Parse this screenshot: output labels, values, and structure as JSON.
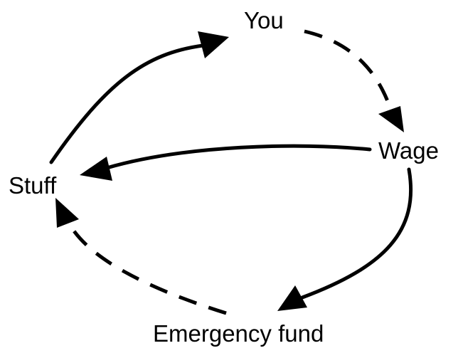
{
  "nodes": {
    "you": "You",
    "wage": "Wage",
    "stuff": "Stuff",
    "emergency_fund": "Emergency fund"
  },
  "edges": [
    {
      "from": "You",
      "to": "Wage",
      "style": "dashed"
    },
    {
      "from": "Wage",
      "to": "Stuff",
      "style": "solid"
    },
    {
      "from": "Stuff",
      "to": "You",
      "style": "solid"
    },
    {
      "from": "Wage",
      "to": "Emergency fund",
      "style": "solid"
    },
    {
      "from": "Emergency fund",
      "to": "Stuff",
      "style": "dashed"
    }
  ],
  "colors": {
    "ink": "#000000",
    "background": "#ffffff"
  }
}
